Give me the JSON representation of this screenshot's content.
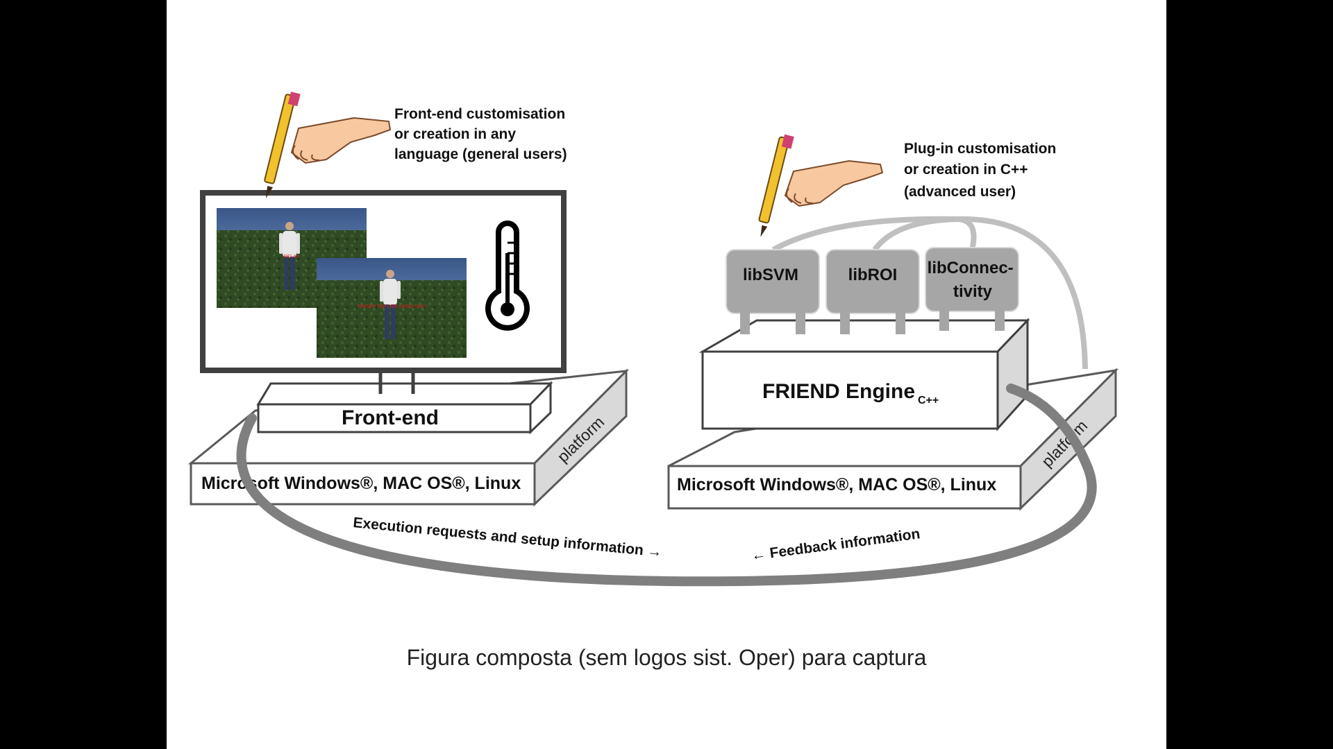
{
  "frontend": {
    "hint_lines": [
      "Front-end customisation",
      "or creation in any",
      "language (general users)"
    ],
    "title": "Front-end",
    "platform_os": "Microsoft Windows®, MAC OS®, Linux",
    "platform_label": "platform",
    "scene_label_1": "RELAX",
    "scene_label_2": "FINGER TAP ONE HAND ONLY"
  },
  "engine": {
    "hint_lines": [
      "Plug-in  customisation",
      "or creation in C++",
      "(advanced user)"
    ],
    "title": "FRIEND Engine",
    "title_suffix": "C++",
    "plugins": [
      {
        "lines": [
          "libSVM"
        ]
      },
      {
        "lines": [
          "libROI"
        ]
      },
      {
        "lines": [
          "libConnec-",
          "tivity"
        ]
      }
    ],
    "platform_os": "Microsoft Windows®, MAC OS®, Linux",
    "platform_label": "platform"
  },
  "flows": {
    "execution": "Execution requests and setup information →",
    "feedback": "← Feedback information"
  },
  "caption": "Figura composta (sem logos sist. Oper) para captura",
  "colors": {
    "plugin_fill": "#a6a6a6",
    "platform_side": "#d9d9d9",
    "ring": "#7f7f7f",
    "connector": "#bfbfbf",
    "sky": "#3d5a8c",
    "grass": "#2f4a22"
  }
}
